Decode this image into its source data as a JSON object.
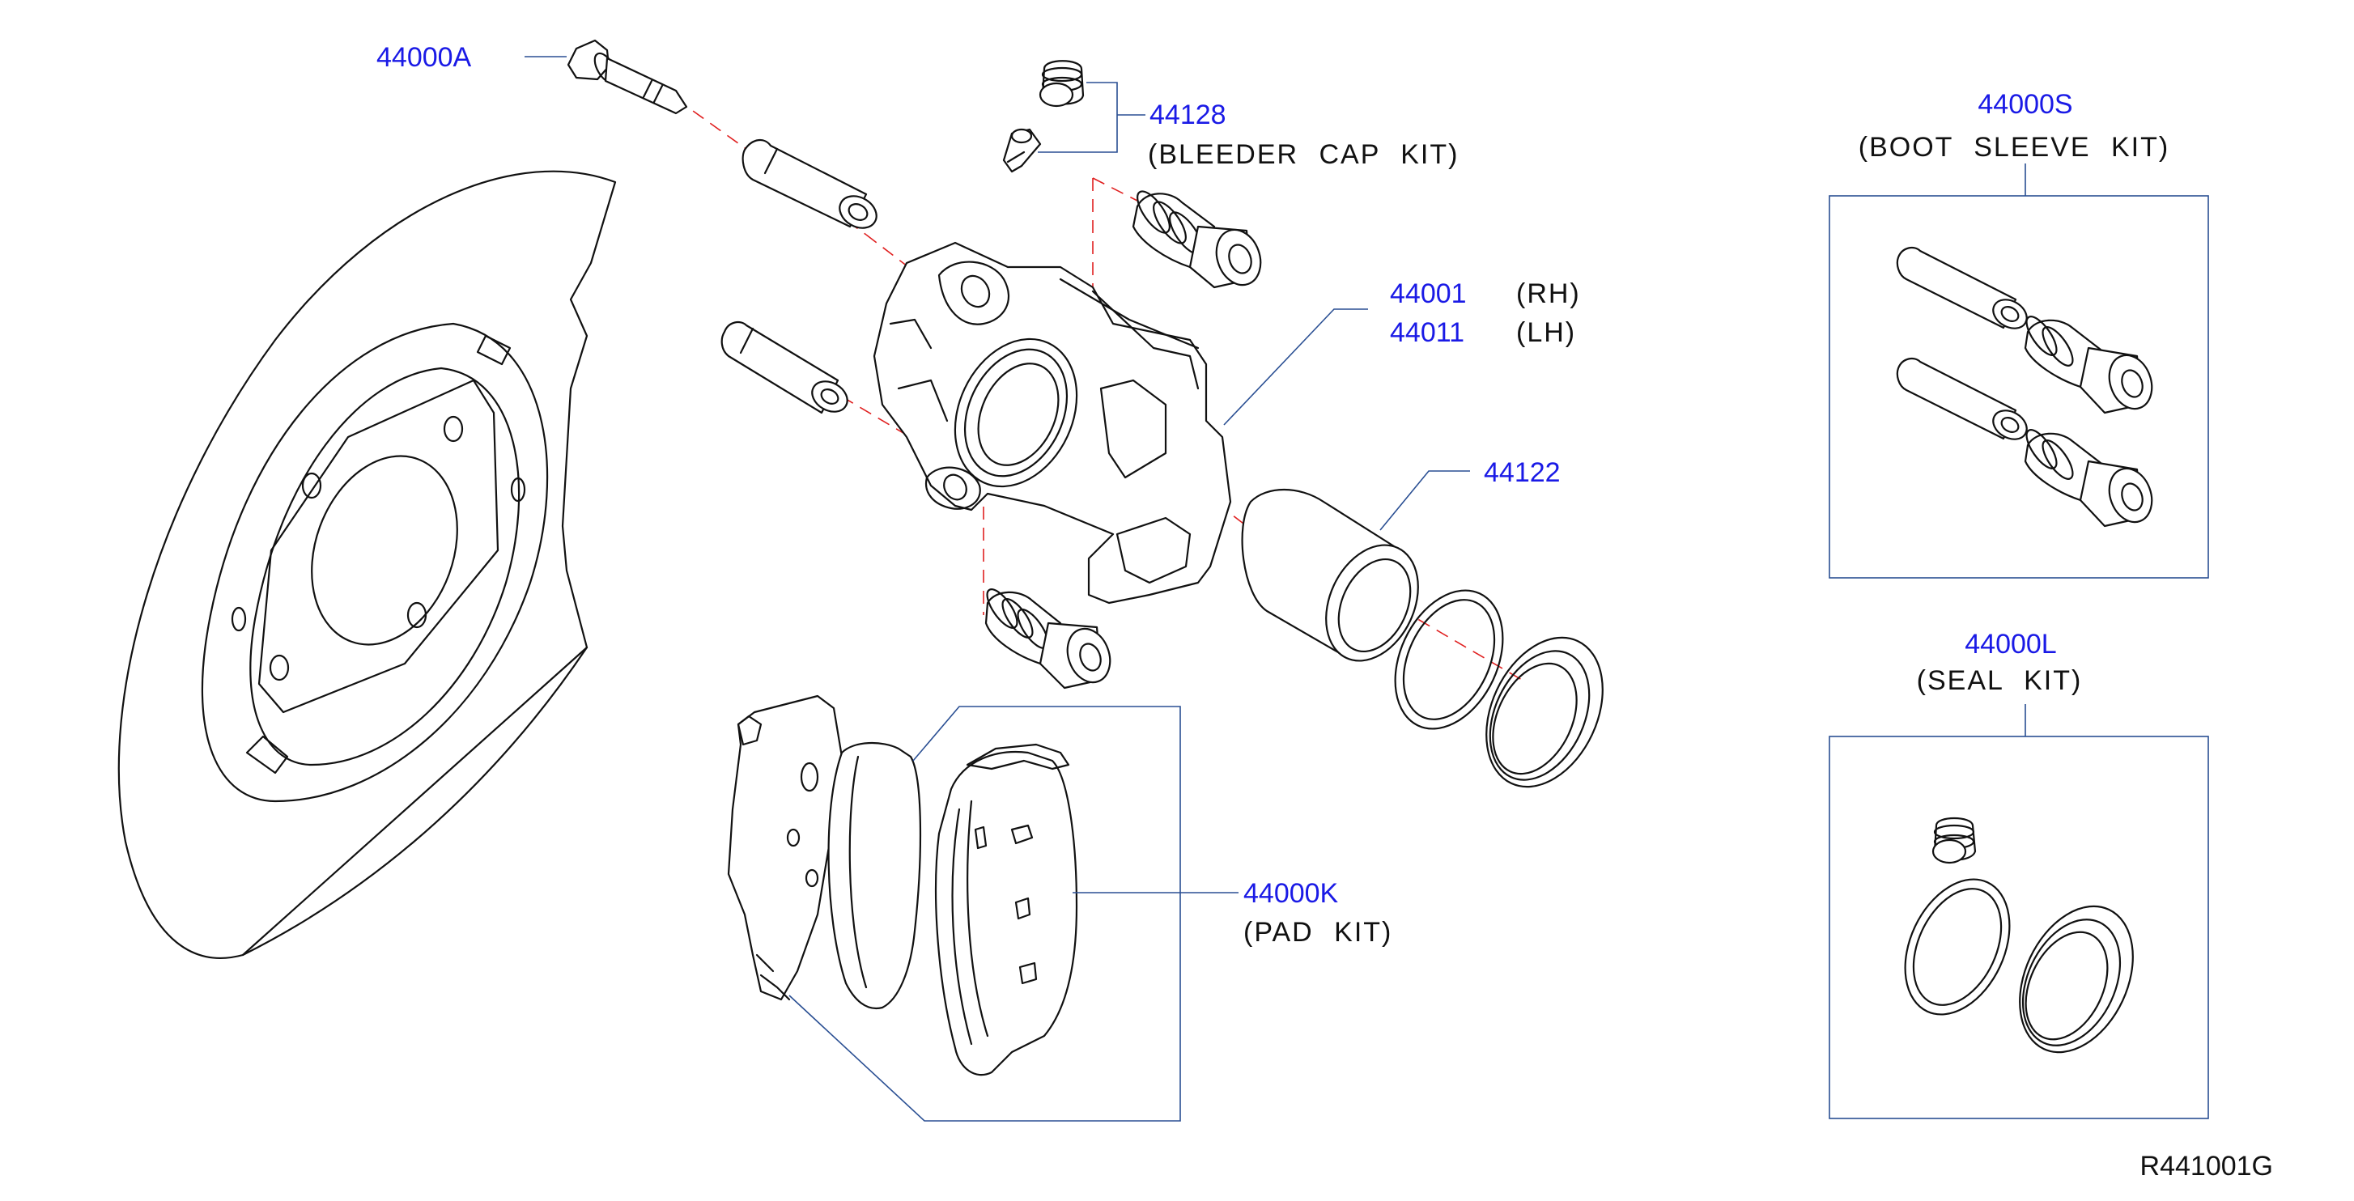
{
  "colors": {
    "label_blue": "#1a1ae6",
    "leader_blue": "#2a4f93",
    "axis_red": "#e02020",
    "line_black": "#111111"
  },
  "labels": {
    "bolt": "44000A",
    "bleeder_num": "44128",
    "bleeder_desc": "(BLEEDER  CAP  KIT)",
    "caliper_rh_num": "44001",
    "caliper_rh_side": "(RH)",
    "caliper_lh_num": "44011",
    "caliper_lh_side": "(LH)",
    "piston": "44122",
    "pad_num": "44000K",
    "pad_desc": "(PAD  KIT)",
    "boot_num": "44000S",
    "boot_desc": "(BOOT  SLEEVE  KIT)",
    "seal_num": "44000L",
    "seal_desc": "(SEAL  KIT)",
    "diagram_code": "R441001G"
  }
}
